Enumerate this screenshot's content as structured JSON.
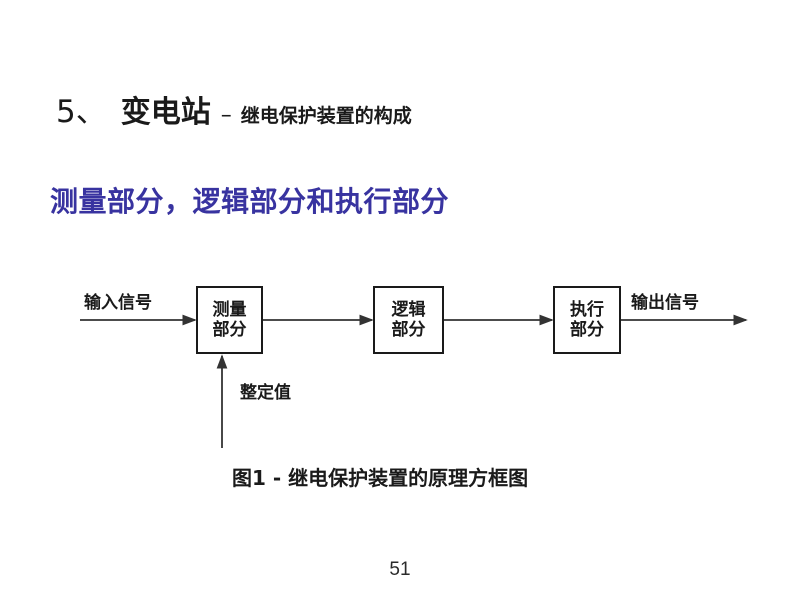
{
  "page": {
    "background_color": "#ffffff",
    "page_number": "51"
  },
  "heading": {
    "number": "5、",
    "main": "变电站",
    "dash": "–",
    "sub": "继电保护装置的构成"
  },
  "subtitle": {
    "text": "测量部分，逻辑部分和执行部分",
    "color": "#3833a0"
  },
  "diagram": {
    "caption": "图1 - 继电保护装置的原理方框图",
    "input_label": "输入信号",
    "output_label": "输出信号",
    "feedback_label": "整定值",
    "boxes": [
      {
        "line1": "测量",
        "line2": "部分"
      },
      {
        "line1": "逻辑",
        "line2": "部分"
      },
      {
        "line1": "执行",
        "line2": "部分"
      }
    ],
    "line_color": "#333333",
    "box_border_color": "#1a1a1a"
  }
}
